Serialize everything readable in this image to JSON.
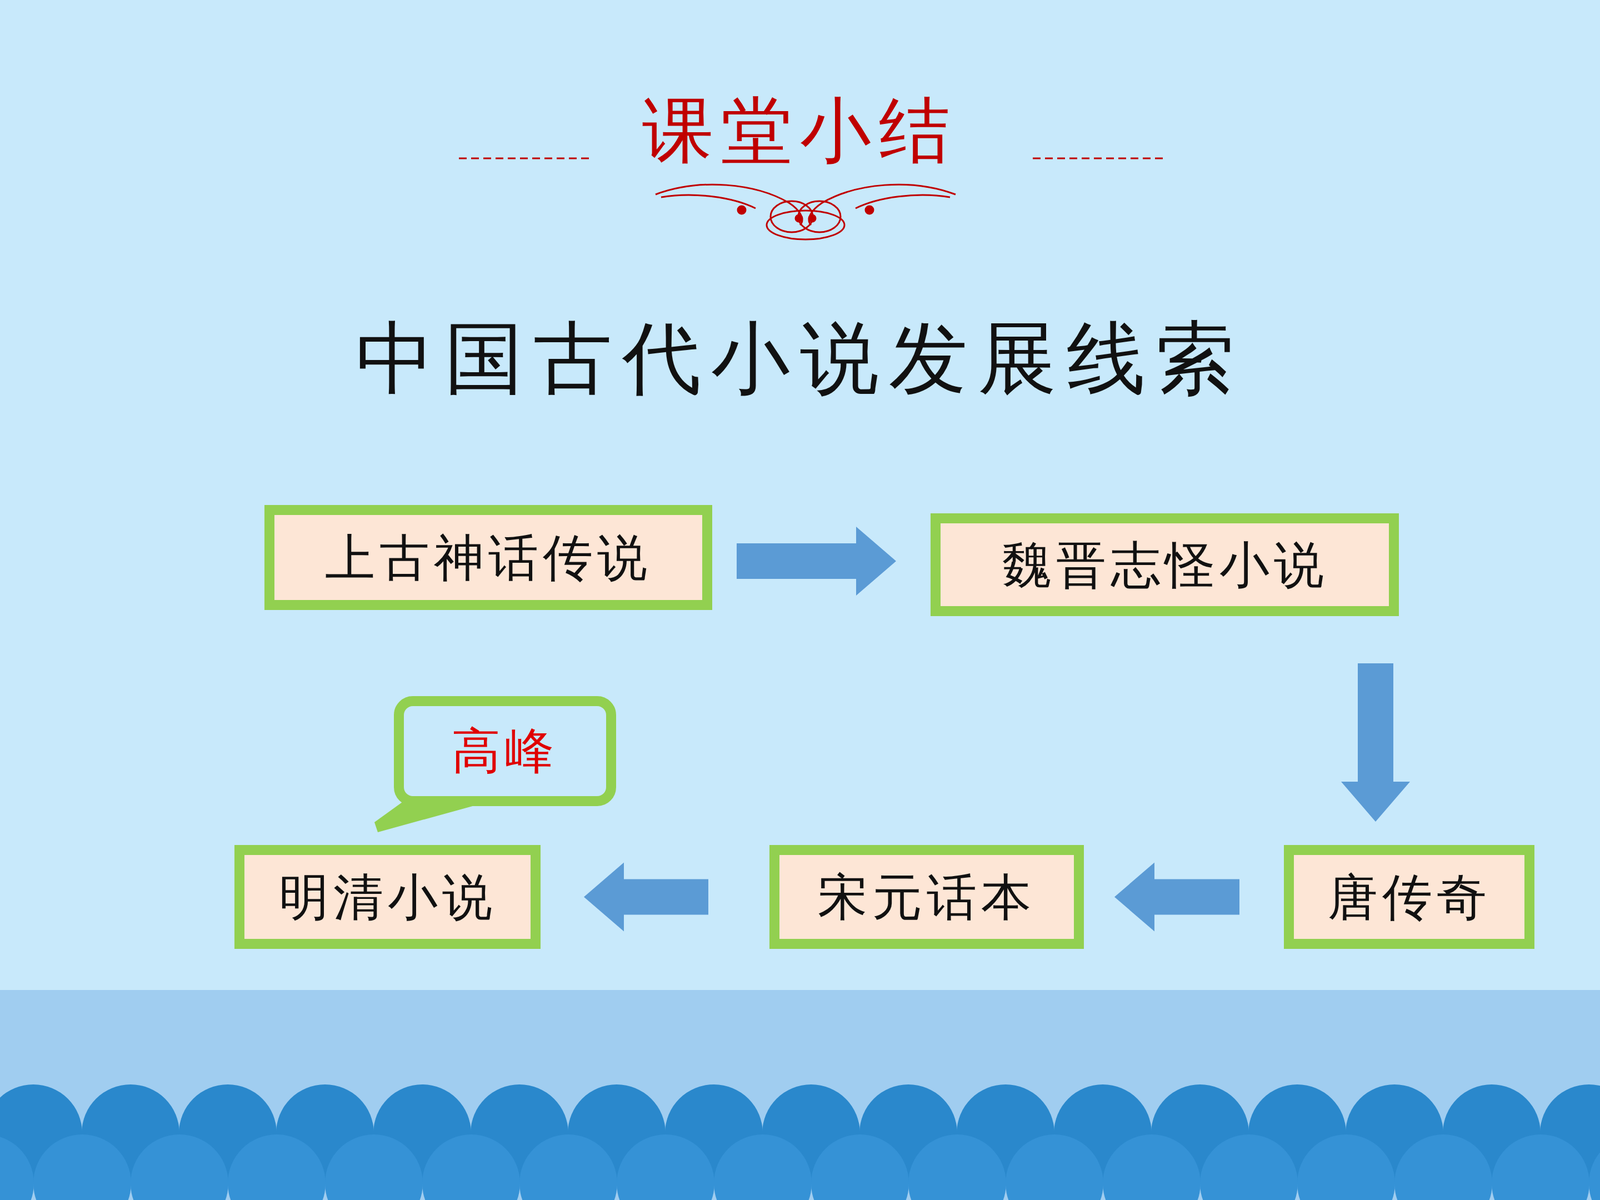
{
  "diagram": {
    "title": "中国古代小说发展线索",
    "nodes": [
      {
        "text": [
          "上古神话传说"
        ]
      },
      {
        "text": [
          "魏晋志怪小说"
        ]
      },
      {
        "text": [
          "唐传奇"
        ]
      },
      {
        "text": [
          "宋元话本"
        ]
      },
      {
        "text": [
          "明清小说"
        ]
      },
      {
        "text": [
          "高峰"
        ]
      }
    ],
    "edges": [
      {
        "from": 0,
        "to": 1,
        "arrow": "to"
      },
      {
        "from": 1,
        "to": 2,
        "arrow": "to"
      },
      {
        "from": 2,
        "to": 3,
        "arrow": "to"
      },
      {
        "from": 3,
        "to": 4,
        "arrow": "to"
      }
    ],
    "labels": [
      "课堂小结"
    ]
  }
}
